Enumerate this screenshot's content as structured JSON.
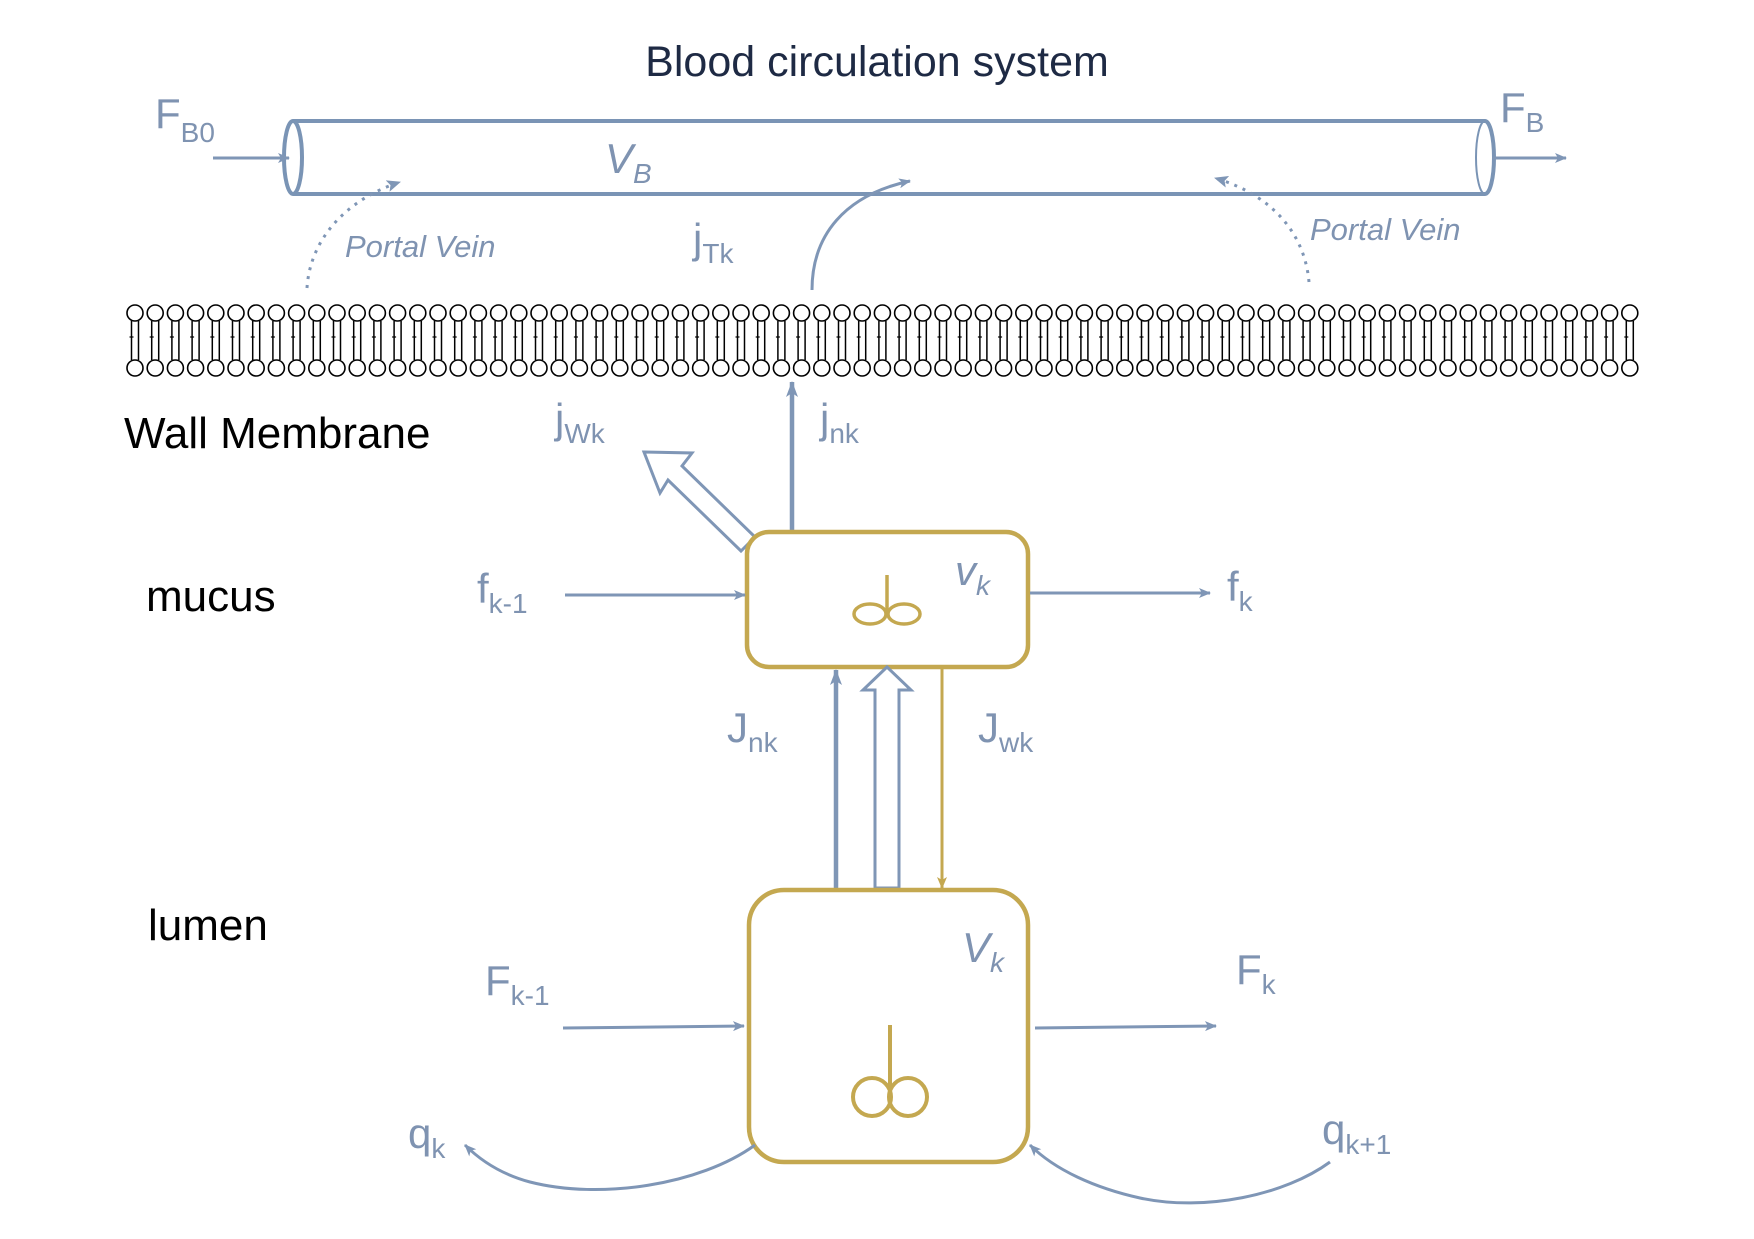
{
  "title": "Blood circulation system",
  "blood_vessel": {
    "inflow_label": "F",
    "inflow_sub": "B0",
    "outflow_label": "F",
    "outflow_sub": "B",
    "volume_label": "V",
    "volume_sub": "B"
  },
  "portal_vein": {
    "left_label": "Portal Vein",
    "right_label": "Portal Vein"
  },
  "transport": {
    "jT_label": "j",
    "jT_sub": "Tk",
    "jW_label": "j",
    "jW_sub": "Wk",
    "jn_label": "j",
    "jn_sub": "nk",
    "Jn_label": "J",
    "Jn_sub": "nk",
    "Jw_label": "J",
    "Jw_sub": "wk"
  },
  "layers": {
    "wall": "Wall Membrane",
    "mucus": "mucus",
    "lumen": "lumen"
  },
  "mucus_compartment": {
    "volume_label": "v",
    "volume_sub": "k",
    "in_label": "f",
    "in_sub": "k-1",
    "out_label": "f",
    "out_sub": "k"
  },
  "lumen_compartment": {
    "volume_label": "V",
    "volume_sub": "k",
    "in_label": "F",
    "in_sub": "k-1",
    "out_label": "F",
    "out_sub": "k",
    "q_left_label": "q",
    "q_left_sub": "k",
    "q_right_label": "q",
    "q_right_sub": "k+1"
  },
  "colors": {
    "arrow_blue": "#7f96b6",
    "tube_blue": "#7a94b5",
    "box_gold": "#c4a850",
    "label_blue": "#7f93b1",
    "title_navy": "#1e2a44"
  }
}
